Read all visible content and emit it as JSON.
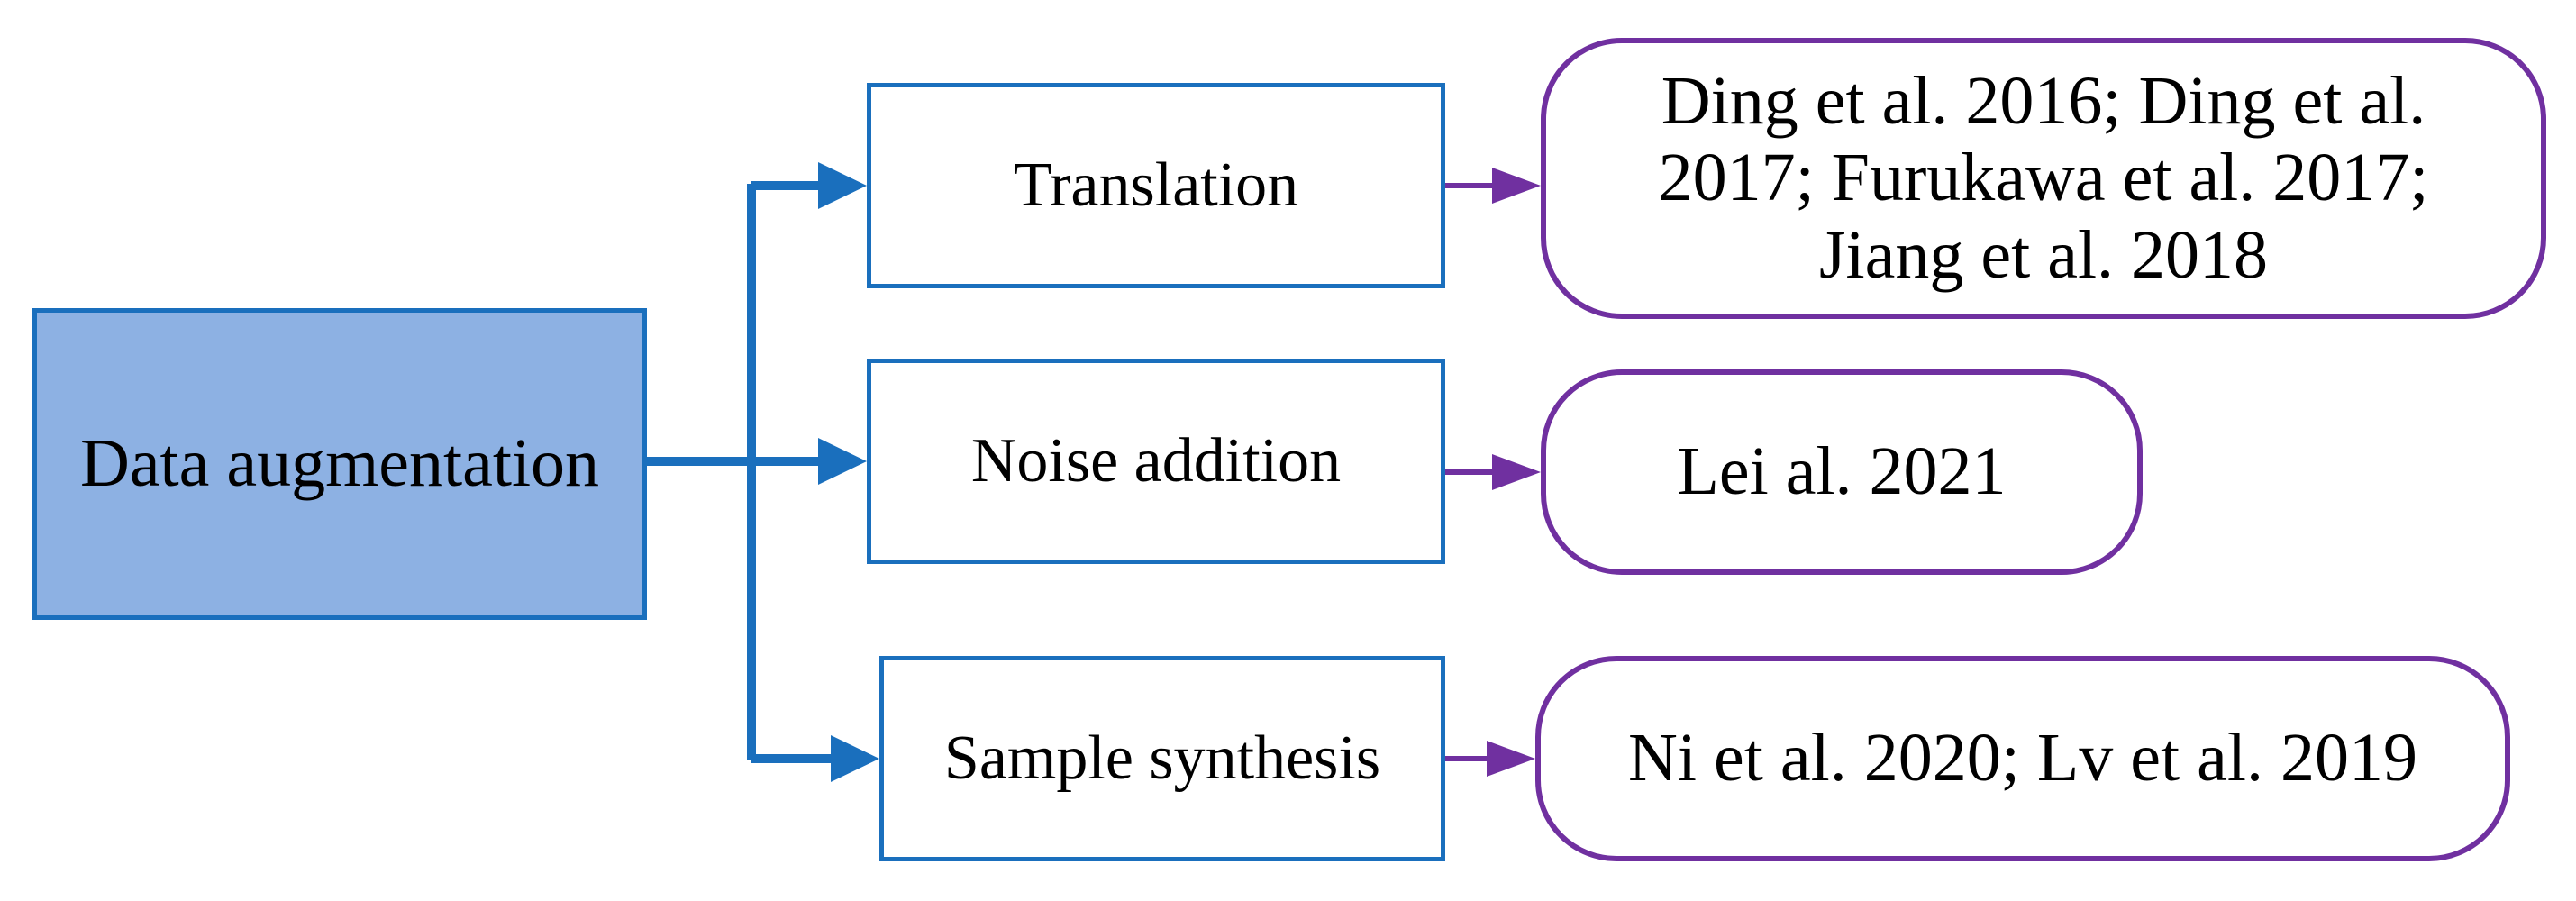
{
  "root": {
    "label": "Data augmentation"
  },
  "methods": [
    {
      "label": "Translation",
      "references": "Ding et al. 2016; Ding et al. 2017; Furukawa et al. 2017; Jiang et al. 2018"
    },
    {
      "label": "Noise addition",
      "references": "Lei al. 2021"
    },
    {
      "label": "Sample synthesis",
      "references": "Ni et al. 2020; Lv et al. 2019"
    }
  ],
  "colors": {
    "root_fill": "#8db1e3",
    "blue": "#1a6fbd",
    "purple": "#7030a0"
  }
}
